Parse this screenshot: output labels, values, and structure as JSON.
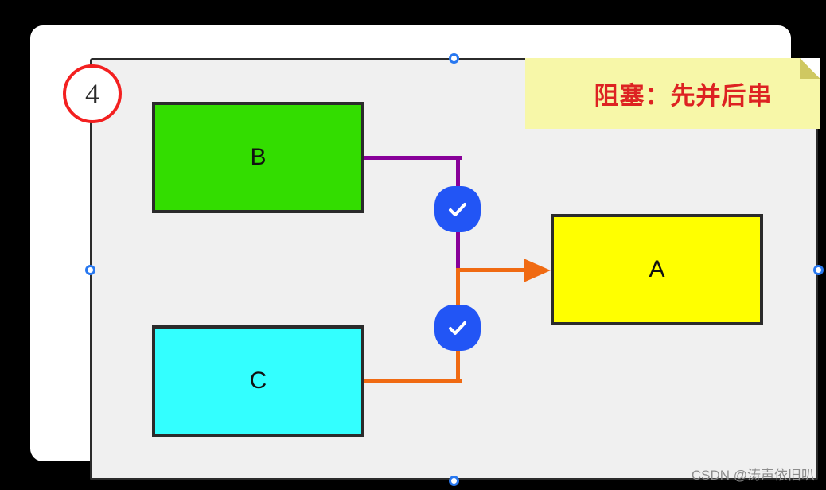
{
  "canvas": {
    "step_number": "4",
    "background_color": "#000000",
    "card_color": "#ffffff",
    "canvas_color": "#f0f0f0",
    "selection_border_color": "#2b2b2b",
    "handle_color": "#2878f0"
  },
  "note": {
    "text": "阻塞：先并后串",
    "background_color": "#f7f7a8",
    "text_color": "#dd2222",
    "fold_color": "#cfc861"
  },
  "boxes": [
    {
      "id": "b",
      "label": "B",
      "color": "#33dd00"
    },
    {
      "id": "c",
      "label": "C",
      "color": "#33ffff"
    },
    {
      "id": "a",
      "label": "A",
      "color": "#ffff00"
    }
  ],
  "connectors": [
    {
      "id": "b-to-junction",
      "color": "#880099",
      "from": "B",
      "to": "junction"
    },
    {
      "id": "c-to-junction",
      "color": "#f06a12",
      "from": "C",
      "to": "junction"
    },
    {
      "id": "junction-to-a",
      "color": "#f06a12",
      "from": "junction",
      "to": "A"
    }
  ],
  "check_badges": [
    {
      "id": "top",
      "color": "#2255f5",
      "glyph": "check-icon"
    },
    {
      "id": "bottom",
      "color": "#2255f5",
      "glyph": "check-icon"
    }
  ],
  "watermark": {
    "text": "CSDN @涛声依旧叭",
    "color": "#8c8c8c"
  }
}
